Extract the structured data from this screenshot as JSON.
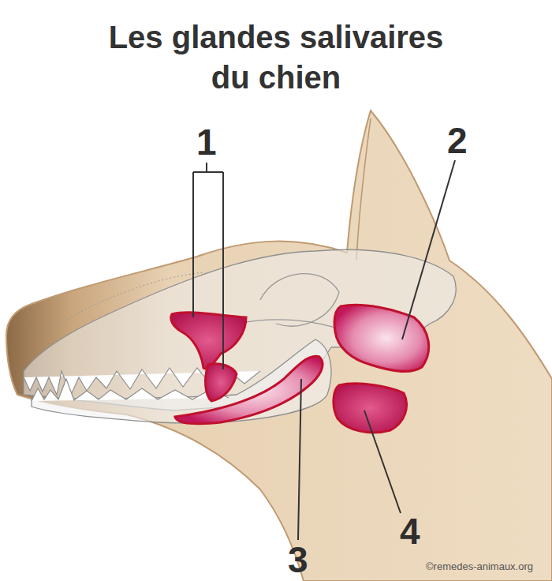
{
  "diagram": {
    "title": "Les glandes salivaires du chien",
    "labels": [
      "1",
      "2",
      "3",
      "4",
      "©remedes-animaux.org"
    ]
  }
}
